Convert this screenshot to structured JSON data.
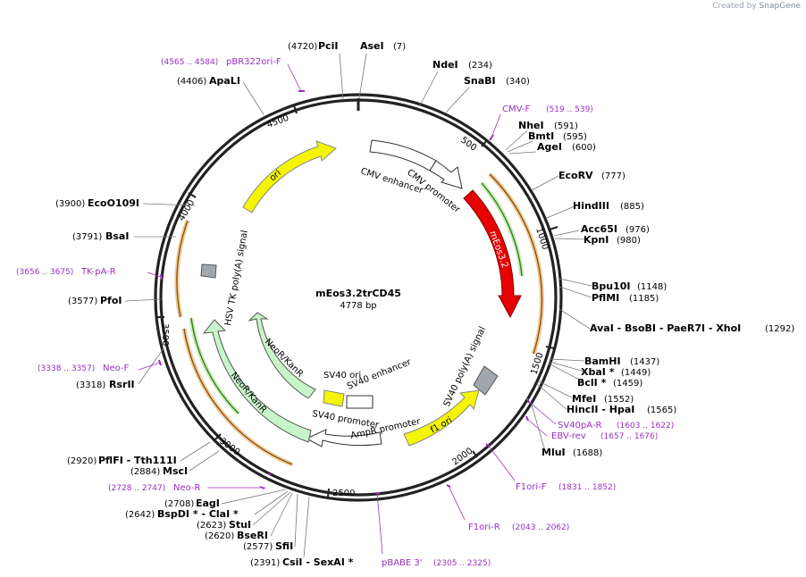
{
  "credit": {
    "prefix": "Created by",
    "brand": "SnapGene"
  },
  "plasmid": {
    "name": "mEos3.2trCD45",
    "length_label": "4778 bp",
    "length": 4778
  },
  "ticks": [
    "500",
    "1000",
    "1500",
    "2000",
    "2500",
    "3000",
    "3500",
    "4000",
    "4500"
  ],
  "sites": [
    {
      "name": "AseI",
      "pos": "(7)"
    },
    {
      "name": "PciI",
      "pos": "(4720)"
    },
    {
      "name": "NdeI",
      "pos": "(234)"
    },
    {
      "name": "SnaBI",
      "pos": "(340)"
    },
    {
      "name": "NheI",
      "pos": "(591)"
    },
    {
      "name": "BmtI",
      "pos": "(595)"
    },
    {
      "name": "AgeI",
      "pos": "(600)"
    },
    {
      "name": "EcoRV",
      "pos": "(777)"
    },
    {
      "name": "HindIII",
      "pos": "(885)"
    },
    {
      "name": "Acc65I",
      "pos": "(976)"
    },
    {
      "name": "KpnI",
      "pos": "(980)"
    },
    {
      "name": "Bpu10I",
      "pos": "(1148)"
    },
    {
      "name": "PflMI",
      "pos": "(1185)"
    },
    {
      "name": "AvaI - BsoBI - PaeR7I - XhoI",
      "pos": "(1292)"
    },
    {
      "name": "BamHI",
      "pos": "(1437)"
    },
    {
      "name": "XbaI *",
      "pos": "(1449)"
    },
    {
      "name": "BclI *",
      "pos": "(1459)"
    },
    {
      "name": "MfeI",
      "pos": "(1552)"
    },
    {
      "name": "HincII - HpaI",
      "pos": "(1565)"
    },
    {
      "name": "MluI",
      "pos": "(1688)"
    },
    {
      "name": "ApaLI",
      "pos": "(4406)"
    },
    {
      "name": "EcoO109I",
      "pos": "(3900)"
    },
    {
      "name": "BsaI",
      "pos": "(3791)"
    },
    {
      "name": "PfoI",
      "pos": "(3577)"
    },
    {
      "name": "RsrII",
      "pos": "(3318)"
    },
    {
      "name": "PflFI - Tth111I",
      "pos": "(2920)"
    },
    {
      "name": "MscI",
      "pos": "(2884)"
    },
    {
      "name": "EagI",
      "pos": "(2708)"
    },
    {
      "name": "BspDI * - ClaI *",
      "pos": "(2642)"
    },
    {
      "name": "StuI",
      "pos": "(2623)"
    },
    {
      "name": "BseRI",
      "pos": "(2620)"
    },
    {
      "name": "SfiI",
      "pos": "(2577)"
    },
    {
      "name": "CsiI - SexAI *",
      "pos": "(2391)"
    }
  ],
  "primers": [
    {
      "name": "pBR322ori-F",
      "pos": "(4565 .. 4584)"
    },
    {
      "name": "CMV-F",
      "pos": "(519 .. 539)"
    },
    {
      "name": "TK-pA-R",
      "pos": "(3656 .. 3675)"
    },
    {
      "name": "Neo-F",
      "pos": "(3338 .. 3357)"
    },
    {
      "name": "Neo-R",
      "pos": "(2728 .. 2747)"
    },
    {
      "name": "SV40pA-R",
      "pos": "(1603 .. 1622)"
    },
    {
      "name": "EBV-rev",
      "pos": "(1657 .. 1676)"
    },
    {
      "name": "F1ori-F",
      "pos": "(1831 .. 1852)"
    },
    {
      "name": "F1ori-R",
      "pos": "(2043 .. 2062)"
    },
    {
      "name": "pBABE 3'",
      "pos": "(2305 .. 2325)"
    }
  ],
  "features": [
    {
      "name": "CMV enhancer"
    },
    {
      "name": "CMV promoter"
    },
    {
      "name": "mEos3.2"
    },
    {
      "name": "SV40 poly(A) signal"
    },
    {
      "name": "f1 ori"
    },
    {
      "name": "AmpR promoter"
    },
    {
      "name": "SV40 promoter"
    },
    {
      "name": "SV40 ori"
    },
    {
      "name": "SV40 enhancer"
    },
    {
      "name": "NeoR/KanR"
    },
    {
      "name": "NeoR/KanR"
    },
    {
      "name": "HSV TK poly(A) signal"
    },
    {
      "name": "ori"
    }
  ],
  "colors": {
    "backbone": "#222222",
    "primer": "#9b2fc2",
    "mEos": "#e60000",
    "ori": "#f5f500",
    "neo": "#c8f5c8",
    "orf_outline": "#e0a040",
    "orf_green": "#3a9a1a",
    "promoter": "#ffffff",
    "polyA": "#a0a8ae"
  }
}
